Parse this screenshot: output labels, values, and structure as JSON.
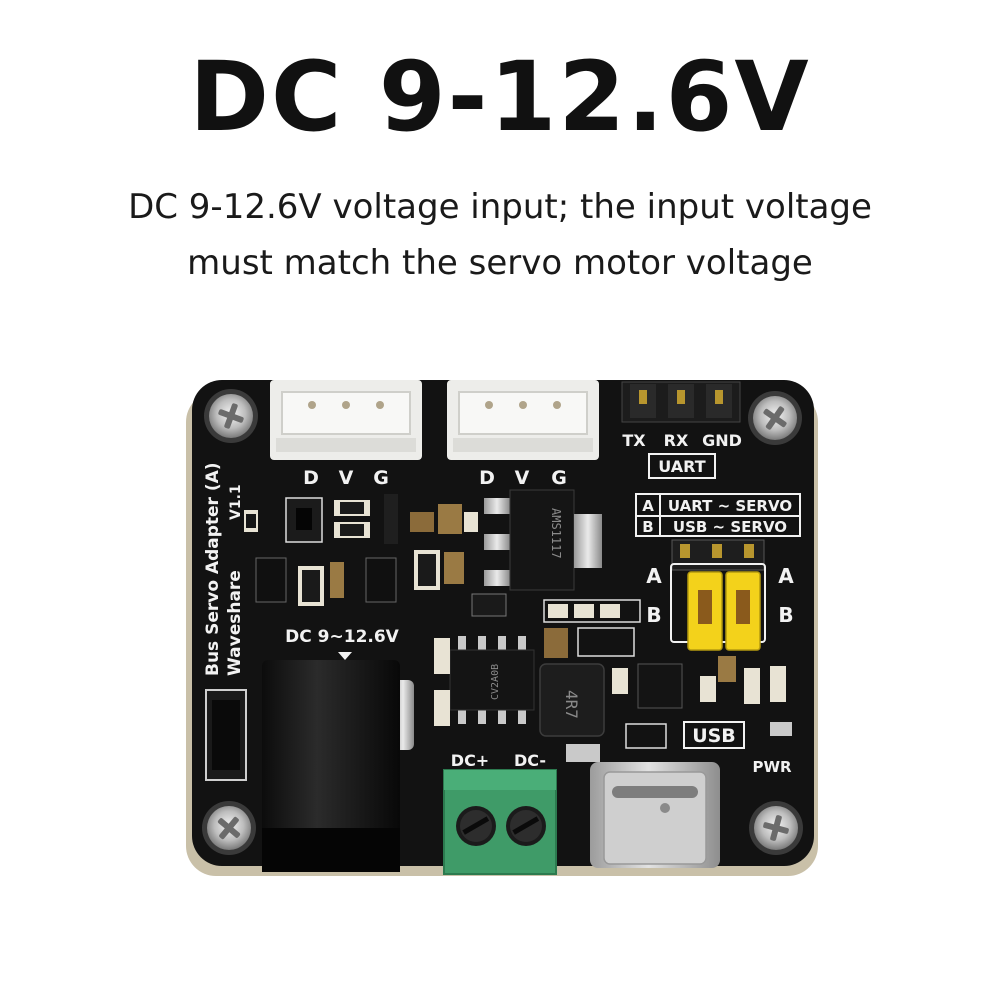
{
  "header": {
    "title": "DC 9-12.6V",
    "subtitle_line1": "DC 9-12.6V voltage input; the input voltage",
    "subtitle_line2": "must match the servo motor voltage"
  },
  "board": {
    "connector1_pins": [
      "D",
      "V",
      "G"
    ],
    "connector2_pins": [
      "D",
      "V",
      "G"
    ],
    "uart_pins": [
      "TX",
      "RX",
      "GND"
    ],
    "uart_label": "UART",
    "mode_a_code": "A",
    "mode_a_text": "UART ~ SERVO",
    "mode_b_code": "B",
    "mode_b_text": "USB ~ SERVO",
    "jumper_a_left": "A",
    "jumper_a_right": "A",
    "jumper_b_left": "B",
    "jumper_b_right": "B",
    "product_name": "Bus Servo Adapter (A)",
    "version": "V1.1",
    "brand": "Waveshare",
    "dc_jack_label": "DC 9~12.6V",
    "terminal_plus": "DC+",
    "terminal_minus": "DC-",
    "usb_label": "USB",
    "pwr_label": "PWR",
    "inductor_marking": "4R7",
    "regulator_marking": "AMS1117",
    "ic_marking": "CV2A0B",
    "colors": {
      "pcb": "#111111",
      "silkscreen": "#f2f2f2",
      "header_white": "#ededea",
      "terminal_green": "#3f9b68",
      "jumper_yellow": "#f3d21b"
    }
  }
}
